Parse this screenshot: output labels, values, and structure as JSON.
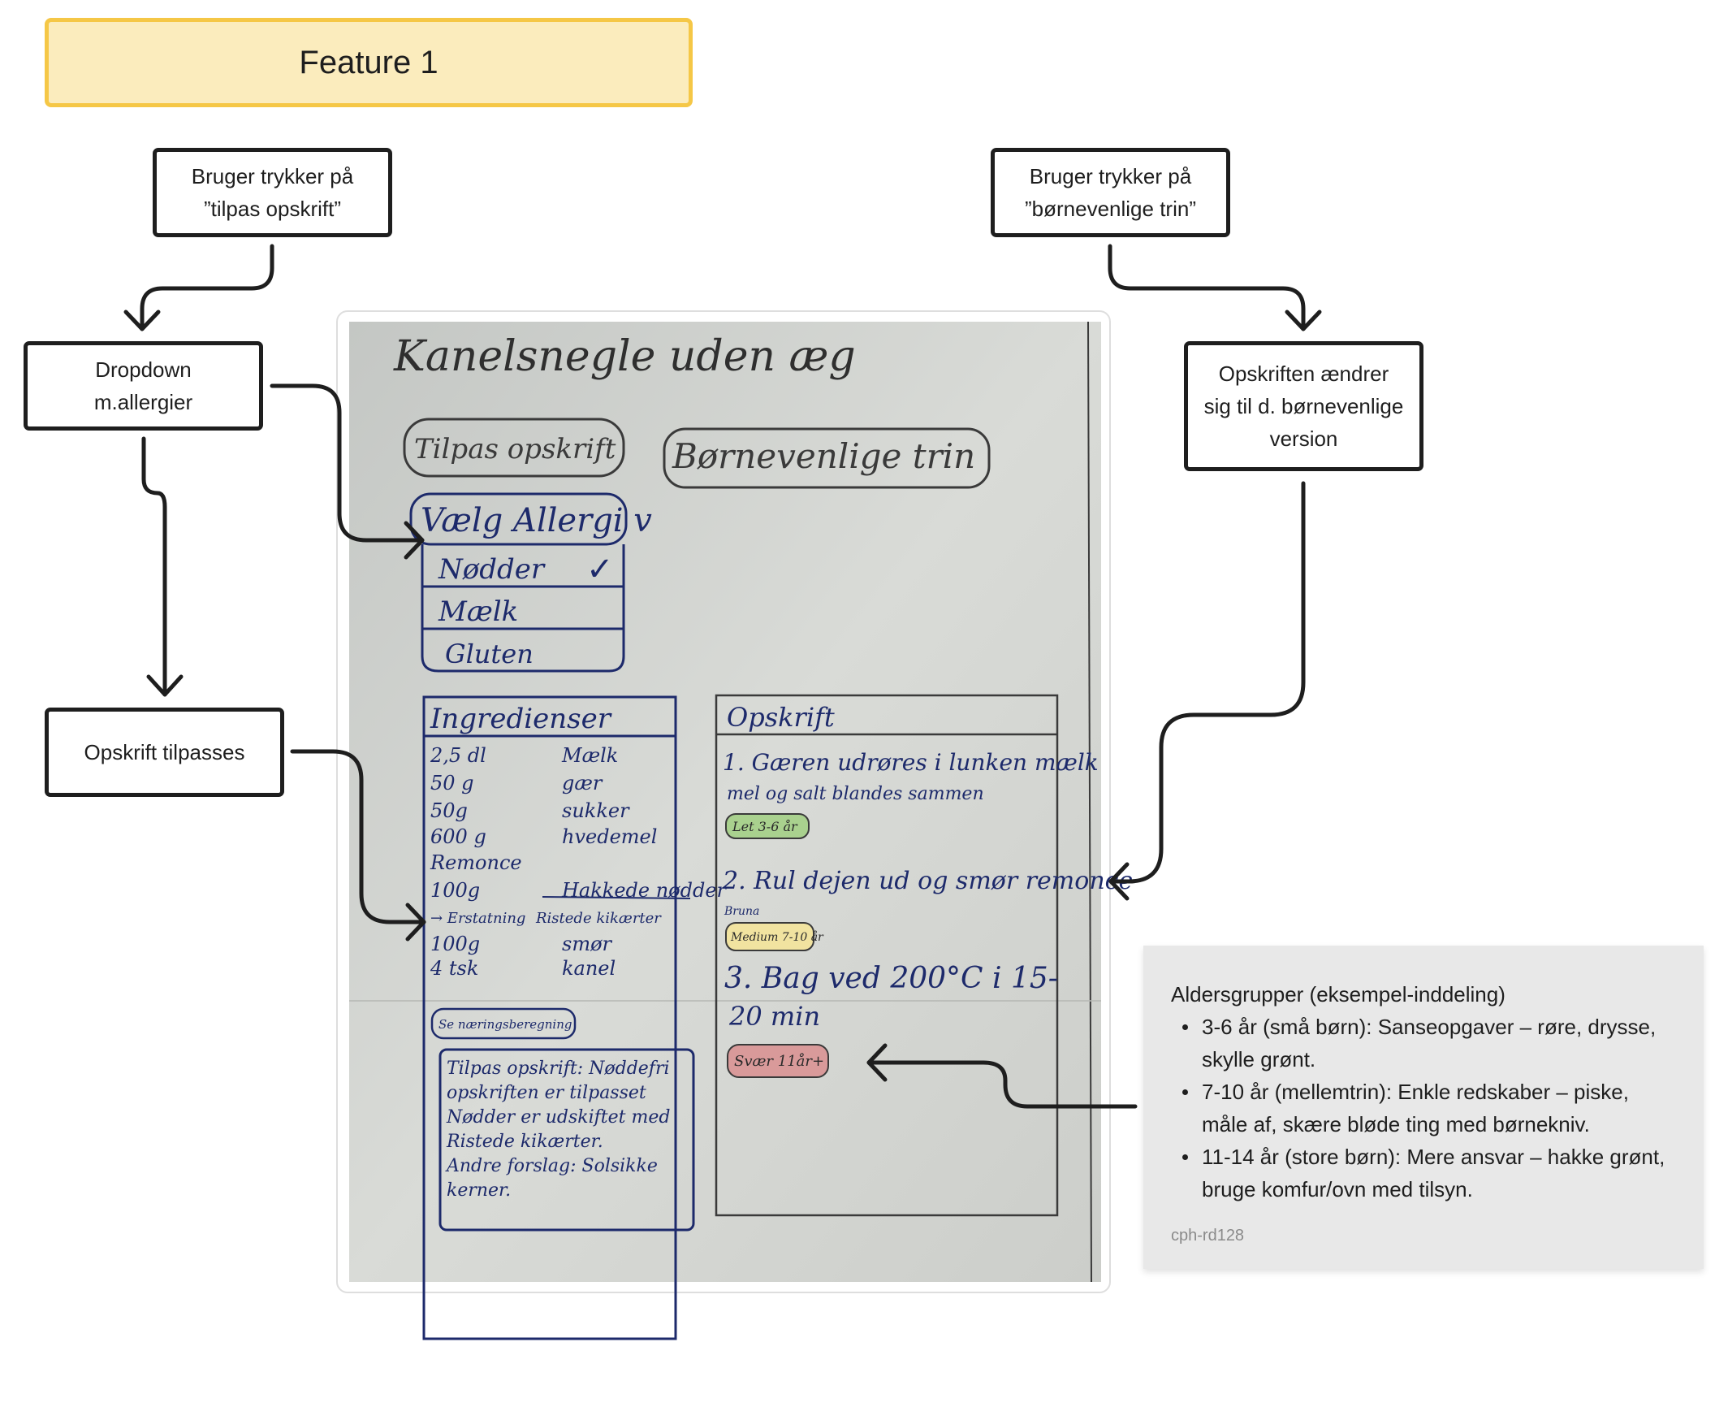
{
  "title_card": {
    "label": "Feature 1"
  },
  "flow": {
    "tilpas_trigger": "Bruger trykker på\n”tilpas opskrift”",
    "boerne_trigger": "Bruger trykker på\n”børnevenlige trin”",
    "dropdown": "Dropdown\nm.allergier",
    "boerne_result": "Opskriften ændrer\nsig til d. børnevenlige\nversion",
    "tilpasses": "Opskrift tilpasses"
  },
  "sketch": {
    "recipe_title": "Kanelsnegle uden æg",
    "btn_tilpas": "Tilpas opskrift",
    "btn_boerne": "Børnevenlige trin",
    "allergy_select": "Vælg Allergi v",
    "allergy_options": [
      "Nødder",
      "Mælk",
      "Gluten"
    ],
    "allergy_checked_mark": "✓",
    "ingredients_header": "Ingredienser",
    "ingredients": [
      {
        "qty": "2,5 dl",
        "name": "Mælk"
      },
      {
        "qty": "50 g",
        "name": "gær"
      },
      {
        "qty": "50g",
        "name": "sukker"
      },
      {
        "qty": "600 g",
        "name": "hvedemel"
      },
      {
        "qty": "Remonce",
        "name": ""
      },
      {
        "qty": "100g",
        "name": "Hakkede nødder"
      },
      {
        "qty": "→ Erstatning",
        "name": "Ristede kikærter"
      },
      {
        "qty": "100g",
        "name": "smør"
      },
      {
        "qty": "4 tsk",
        "name": "kanel"
      }
    ],
    "nutrition_button": "Se næringsberegning",
    "note_lines": [
      "Tilpas opskrift: Nøddefri",
      "opskriften er tilpasset",
      "Nødder er udskiftet med",
      "Ristede kikærter.",
      "Andre forslag: Solsikke",
      "kerner."
    ],
    "recipe_header": "Opskrift",
    "steps": [
      {
        "text": "1. Gæren udrøres i lunken mælk",
        "sub": "mel og salt blandes sammen",
        "tag": "Let 3-6 år"
      },
      {
        "text": "2. Rul dejen ud og smør remonce",
        "sub": "Bruna",
        "tag": "Medium 7-10 år"
      },
      {
        "text": "3. Bag ved 200°C i 15-",
        "sub": "20 min",
        "tag": "Svær 11år+"
      }
    ]
  },
  "note": {
    "title": "Aldersgrupper (eksempel-inddeling)",
    "items": [
      "3-6 år (små børn): Sanseopgaver – røre, drysse, skylle grønt.",
      "7-10 år (mellemtrin): Enkle redskaber – piske, måle af, skære bløde ting med børnekniv.",
      "11-14 år (store børn): Mere ansvar – hakke grønt, bruge komfur/ovn med tilsyn."
    ],
    "author": "cph-rd128"
  },
  "colors": {
    "title_fill": "#fbecbd",
    "title_border": "#f5c746",
    "stroke": "#1e1e1e",
    "note_fill": "#e8e8e8",
    "ink_blue": "#1d2a6b",
    "pencil": "#3a3a3a",
    "tag_green": "#a9d18e",
    "tag_yellow": "#f1e3a0",
    "tag_red": "#d99a9a"
  }
}
